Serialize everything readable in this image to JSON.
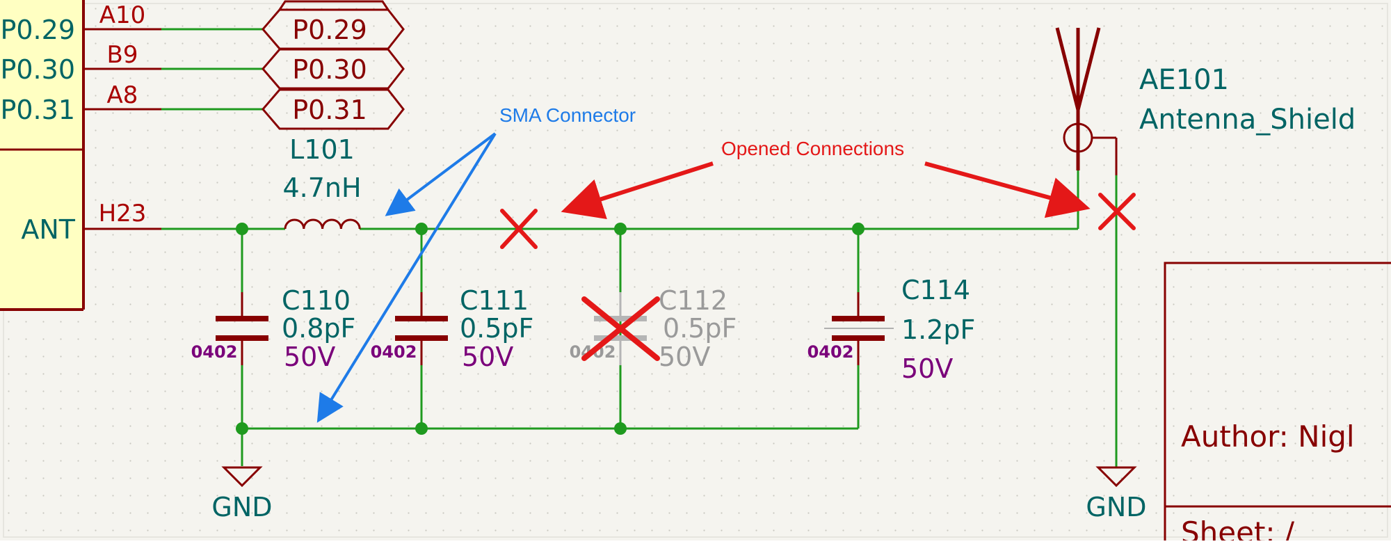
{
  "colors": {
    "sheet_bg": "#f5f4ef",
    "grid_dot": "#c9c8c0",
    "wire": "#1f9a1f",
    "symbol": "#870000",
    "ref_text": "#006464",
    "pin_text": "#a80000",
    "footprint_text": "#7a007a",
    "value_purple": "#7a007a",
    "ic_fill": "#ffffc2",
    "dnp_text": "#9a9a9a",
    "no_connect": "#e41818",
    "note_blue": "#1e7be8",
    "note_red": "#e41818"
  },
  "mcu": {
    "pins": [
      {
        "net_fragment": "P0.29",
        "pin_number": "A10"
      },
      {
        "net_fragment": "P0.30",
        "pin_number": "B9"
      },
      {
        "net_fragment": "P0.31",
        "pin_number": "A8"
      }
    ],
    "ant_pin_name": "ANT",
    "ant_pin_number": "H23"
  },
  "global_labels": [
    "P0.29",
    "P0.30",
    "P0.31"
  ],
  "inductor": {
    "ref": "L101",
    "value": "4.7nH"
  },
  "capacitors": [
    {
      "ref": "C110",
      "value": "0.8pF",
      "footprint": "0402",
      "voltage": "50V",
      "dnp": false
    },
    {
      "ref": "C111",
      "value": "0.5pF",
      "footprint": "0402",
      "voltage": "50V",
      "dnp": false
    },
    {
      "ref": "C112",
      "value": "0.5pF",
      "footprint": "0402",
      "voltage": "50V",
      "dnp": true
    },
    {
      "ref": "C114",
      "value": "1.2pF",
      "footprint": "0402",
      "voltage": "50V",
      "dnp": false
    }
  ],
  "antenna": {
    "ref": "AE101",
    "value": "Antenna_Shield"
  },
  "power": {
    "gnd_left": "GND",
    "gnd_right": "GND"
  },
  "title_block": {
    "author": "Author: Nigl",
    "sheet": "Sheet: /"
  },
  "annotations": {
    "sma": "SMA Connector",
    "opened": "Opened Connections"
  },
  "icons": [
    "no-connect-x-icon",
    "dnp-x-icon",
    "antenna-icon",
    "gnd-icon",
    "junction-dot-icon"
  ]
}
